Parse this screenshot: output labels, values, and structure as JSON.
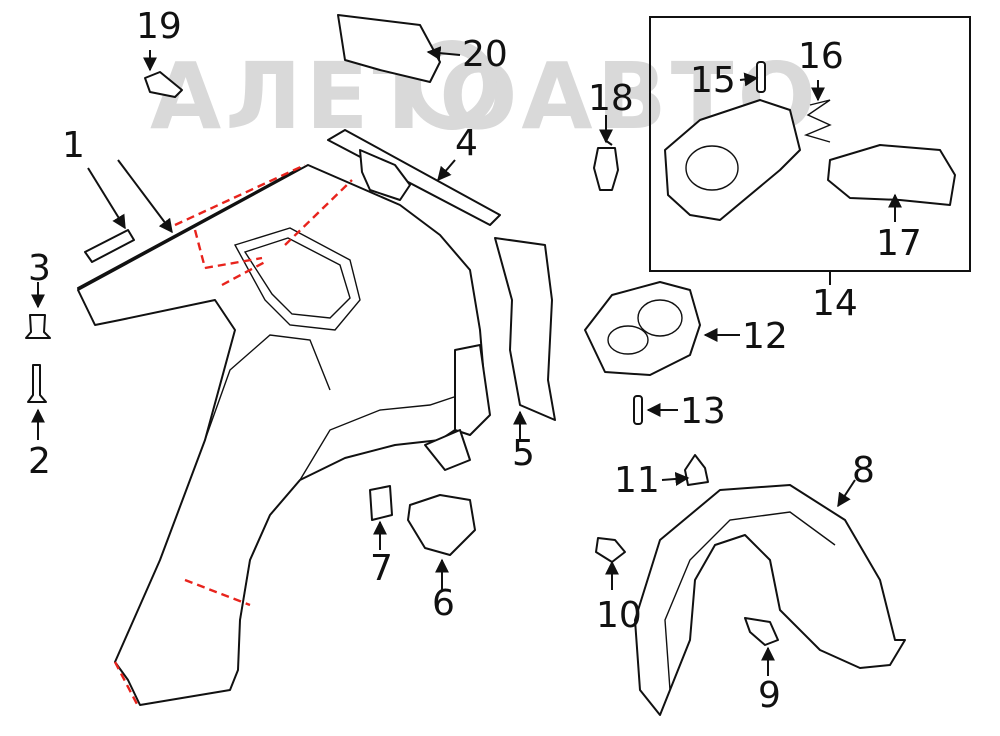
{
  "watermark": "АЛЕТОАВТО",
  "callouts": {
    "p1": "1",
    "p2": "2",
    "p3": "3",
    "p4": "4",
    "p5": "5",
    "p6": "6",
    "p7": "7",
    "p8": "8",
    "p9": "9",
    "p10": "10",
    "p11": "11",
    "p12": "12",
    "p13": "13",
    "p14": "14",
    "p15": "15",
    "p16": "16",
    "p17": "17",
    "p18": "18",
    "p19": "19",
    "p20": "20"
  },
  "colors": {
    "line": "#111111",
    "cut_line": "#e8231c",
    "watermark": "#d9d9d9"
  }
}
